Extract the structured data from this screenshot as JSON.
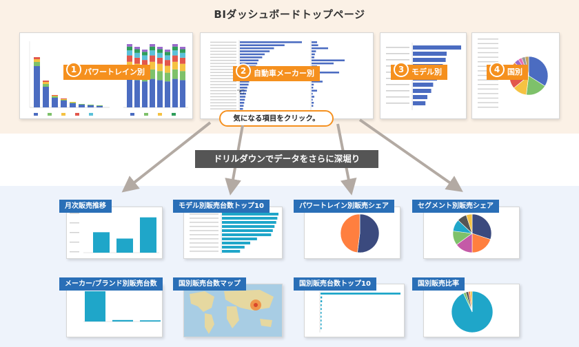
{
  "page": {
    "title": "BIダッシュボードトップページ"
  },
  "top_cards": [
    {
      "number": "1",
      "label": "パワートレイン別",
      "color": "#f5901e"
    },
    {
      "number": "2",
      "label": "自動車メーカー別",
      "color": "#f5901e"
    },
    {
      "number": "3",
      "label": "モデル別",
      "color": "#f5901e"
    },
    {
      "number": "4",
      "label": "国別",
      "color": "#f5901e"
    }
  ],
  "callout": {
    "text": "気になる項目をクリック。"
  },
  "drilldown": {
    "text": "ドリルダウンでデータをさらに深堀り"
  },
  "tiles": [
    {
      "label": "月次販売推移"
    },
    {
      "label": "モデル別販売台数トップ10"
    },
    {
      "label": "パワートレイン別販売シェア"
    },
    {
      "label": "セグメント別販売シェア"
    },
    {
      "label": "メーカー/ブランド別販売台数"
    },
    {
      "label": "国別販売台数マップ"
    },
    {
      "label": "国別販売台数トップ10"
    },
    {
      "label": "国別販売比率"
    }
  ],
  "colors": {
    "accent_orange": "#f5901e",
    "label_blue": "#2a6fb7",
    "bar_blue": "#4b6cc1",
    "tile_cyan": "#1fa6c9",
    "pie_navy": "#3b4a7e",
    "pie_orange": "#ff7f3f",
    "band_top": "#fbf1e6",
    "band_bottom": "#eef3fb"
  },
  "thumbnail_data": {
    "monthly_bars": [
      0.55,
      0.38,
      0.95
    ],
    "models_top10_bars": [
      1.0,
      0.98,
      0.96,
      0.93,
      0.9,
      0.87,
      0.62,
      0.5,
      0.4,
      0.32
    ],
    "powertrain_share": [
      0.52,
      0.48
    ],
    "segment_share": [
      0.3,
      0.2,
      0.15,
      0.12,
      0.1,
      0.08,
      0.05
    ],
    "maker_bars": [
      1.0,
      0.05,
      0.04
    ],
    "country_top10_bars": [
      1.0,
      0.02,
      0.02,
      0.015,
      0.015,
      0.01,
      0.01,
      0.01,
      0.01,
      0.01
    ],
    "country_ratio": [
      0.93,
      0.02,
      0.02,
      0.015,
      0.015
    ]
  }
}
